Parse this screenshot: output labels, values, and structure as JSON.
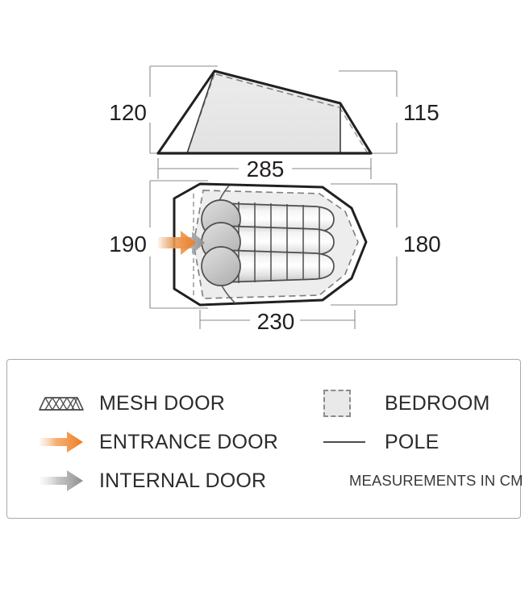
{
  "diagram": {
    "title": "Tent dimensions diagram",
    "side_view": {
      "name": "side-elevation",
      "height_left": "120",
      "height_right": "115",
      "width": "285"
    },
    "floor_plan": {
      "name": "floor-plan-top-view",
      "width_left": "190",
      "width_right": "180",
      "length": "230",
      "berths": 3
    },
    "units_note": "MEASUREMENTS IN CM",
    "colors": {
      "outline": "#231f20",
      "fill_light": "#ededed",
      "fill_mid": "#c9c9c9",
      "dimension_line": "#7a7a7a",
      "entrance_orange": "#f0822c",
      "internal_gray": "#9a9a9a"
    }
  },
  "legend": {
    "name": "legend-panel",
    "items": [
      {
        "key": "mesh-door",
        "label": "MESH DOOR",
        "icon": "mesh-door-icon"
      },
      {
        "key": "entrance-door",
        "label": "ENTRANCE DOOR",
        "icon": "orange-arrow-icon"
      },
      {
        "key": "internal-door",
        "label": "INTERNAL DOOR",
        "icon": "gray-arrow-icon"
      },
      {
        "key": "bedroom",
        "label": "BEDROOM",
        "icon": "bedroom-swatch-icon"
      },
      {
        "key": "pole",
        "label": "POLE",
        "icon": "pole-line-icon"
      },
      {
        "key": "measurements",
        "label": "MEASUREMENTS IN CM",
        "icon": "none"
      }
    ]
  }
}
